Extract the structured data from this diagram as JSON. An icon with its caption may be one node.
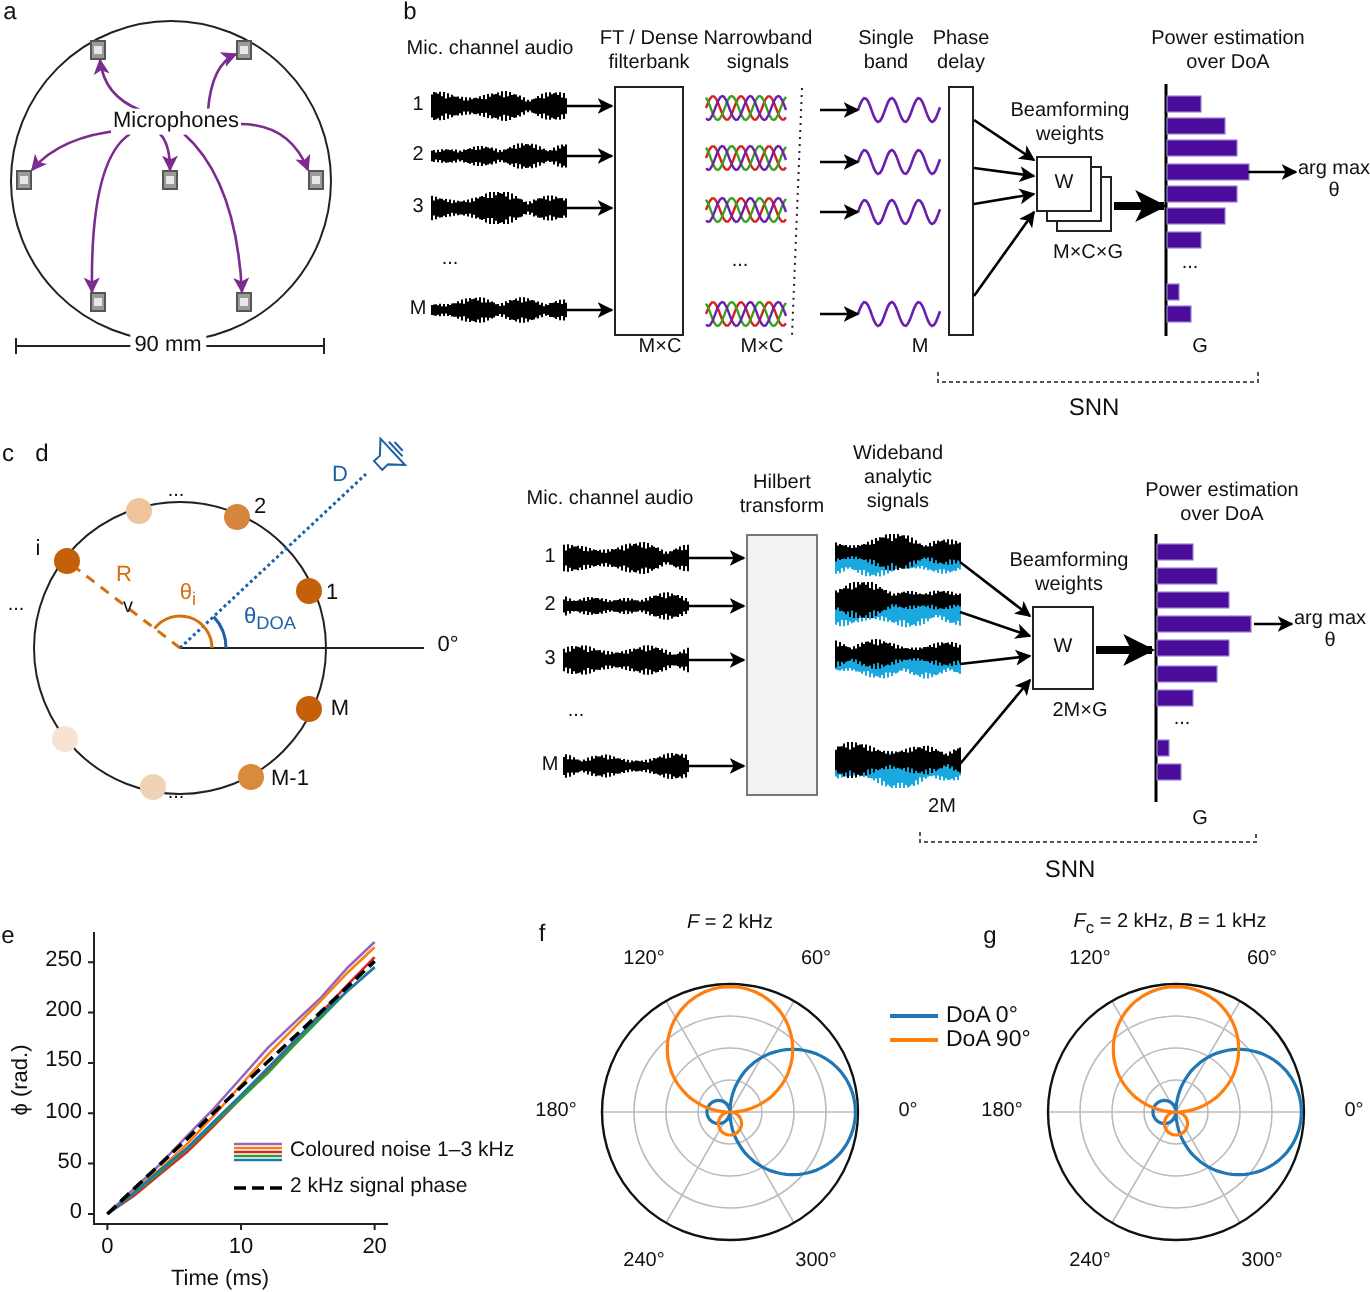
{
  "diagram": {
    "nodes": [
      {
        "text": [],
        "shape": "circle"
      },
      {
        "text": [
          "Microphones"
        ],
        "in": 0
      },
      {
        "text": [],
        "shape": "microphone",
        "in": 0
      },
      {
        "text": [],
        "shape": "microphone",
        "in": 0
      },
      {
        "text": [],
        "shape": "microphone",
        "in": 0
      },
      {
        "text": [],
        "shape": "microphone",
        "in": 0
      },
      {
        "text": [],
        "shape": "microphone",
        "in": 0
      },
      {
        "text": [],
        "shape": "microphone",
        "in": 0
      },
      {
        "text": [],
        "shape": "microphone",
        "in": 0
      },
      {
        "text": [],
        "shape": "waveform",
        "beside": [
          "1"
        ]
      },
      {
        "text": [],
        "shape": "waveform",
        "beside": [
          "2"
        ]
      },
      {
        "text": [],
        "shape": "waveform",
        "beside": [
          "3"
        ]
      },
      {
        "text": [],
        "shape": "waveform",
        "beside": [
          "M"
        ]
      },
      {
        "text": [
          "FT / Dense filterbank",
          "M×C"
        ]
      },
      {
        "text": [],
        "shape": "waveform"
      },
      {
        "text": [],
        "shape": "waveform"
      },
      {
        "text": [],
        "shape": "waveform"
      },
      {
        "text": [],
        "shape": "waveform"
      },
      {
        "text": [
          "Phase delay"
        ]
      },
      {
        "text": [
          "Beamforming weights",
          "W",
          "M×C×G"
        ]
      },
      {
        "text": [
          "Power estimation over DoA",
          "G"
        ]
      },
      {
        "text": [
          "arg max θ"
        ]
      },
      {
        "text": [],
        "shape": "waveform",
        "beside": [
          "1"
        ]
      },
      {
        "text": [],
        "shape": "waveform",
        "beside": [
          "2"
        ]
      },
      {
        "text": [],
        "shape": "waveform",
        "beside": [
          "3"
        ]
      },
      {
        "text": [],
        "shape": "waveform",
        "beside": [
          "M"
        ]
      },
      {
        "text": [
          "Hilbert transform"
        ]
      },
      {
        "text": [],
        "shape": "waveform"
      },
      {
        "text": [],
        "shape": "waveform"
      },
      {
        "text": [],
        "shape": "waveform"
      },
      {
        "text": [],
        "shape": "waveform"
      },
      {
        "text": [
          "Beamforming weights",
          "W",
          "2M×G"
        ]
      },
      {
        "text": [
          "Power estimation over DoA",
          "G"
        ]
      },
      {
        "text": [
          "arg max θ"
        ]
      },
      {
        "text": [],
        "shape": "circle"
      },
      {
        "text": [],
        "shape": "circle",
        "beside": [
          "2"
        ]
      },
      {
        "text": [],
        "shape": "circle",
        "beside": [
          "i"
        ]
      },
      {
        "text": [],
        "shape": "circle",
        "beside": [
          "1"
        ]
      },
      {
        "text": [],
        "shape": "circle",
        "beside": [
          "M"
        ]
      },
      {
        "text": [],
        "shape": "circle"
      },
      {
        "text": [],
        "shape": "circle",
        "beside": [
          "M-1"
        ]
      },
      {
        "text": [],
        "shape": "circle"
      }
    ],
    "edges": [
      {
        "from": 1,
        "to": 2,
        "arrow": "to",
        "color": "#7b2c8f"
      },
      {
        "from": 1,
        "to": 3,
        "arrow": "to",
        "color": "#7b2c8f"
      },
      {
        "from": 1,
        "to": 4,
        "arrow": "to",
        "color": "#7b2c8f"
      },
      {
        "from": 1,
        "to": 5,
        "arrow": "to",
        "color": "#7b2c8f"
      },
      {
        "from": 1,
        "to": 6,
        "arrow": "to",
        "color": "#7b2c8f"
      },
      {
        "from": 1,
        "to": 7,
        "arrow": "to",
        "color": "#7b2c8f"
      },
      {
        "from": 1,
        "to": 8,
        "arrow": "to",
        "color": "#7b2c8f"
      },
      {
        "from": 9,
        "to": 13,
        "arrow": "to"
      },
      {
        "from": 10,
        "to": 13,
        "arrow": "to"
      },
      {
        "from": 11,
        "to": 13,
        "arrow": "to"
      },
      {
        "from": 12,
        "to": 13,
        "arrow": "to"
      },
      {
        "from": null,
        "to": 14,
        "arrow": "to"
      },
      {
        "from": null,
        "to": 15,
        "arrow": "to"
      },
      {
        "from": null,
        "to": 16,
        "arrow": "to"
      },
      {
        "from": null,
        "to": 17,
        "arrow": "to"
      },
      {
        "from": 18,
        "to": 19,
        "arrow": "to"
      },
      {
        "from": 18,
        "to": 19,
        "arrow": "to"
      },
      {
        "from": 18,
        "to": 19,
        "arrow": "to"
      },
      {
        "from": 18,
        "to": 19,
        "arrow": "to"
      },
      {
        "from": 19,
        "to": 20,
        "arrow": "to",
        "style": "thick"
      },
      {
        "from": 20,
        "to": 21,
        "arrow": "to"
      },
      {
        "from": 22,
        "to": 26,
        "arrow": "to"
      },
      {
        "from": 23,
        "to": 26,
        "arrow": "to"
      },
      {
        "from": 24,
        "to": 26,
        "arrow": "to"
      },
      {
        "from": 25,
        "to": 26,
        "arrow": "to"
      },
      {
        "from": 27,
        "to": 31,
        "arrow": "to"
      },
      {
        "from": 28,
        "to": 31,
        "arrow": "to"
      },
      {
        "from": 29,
        "to": 31,
        "arrow": "to"
      },
      {
        "from": 30,
        "to": 31,
        "arrow": "to"
      },
      {
        "from": 31,
        "to": 32,
        "arrow": "to",
        "style": "thick"
      },
      {
        "from": 32,
        "to": 33,
        "arrow": "to"
      }
    ],
    "labels": [
      "a",
      "90 mm",
      "b",
      "Mic. channel audio",
      "...",
      "Narrowband signals",
      "...",
      "M×C",
      "Single band",
      "M",
      "...",
      "SNN",
      "c",
      "d",
      "Mic. channel audio",
      "...",
      "Wideband analytic signals",
      "2M",
      "...",
      "SNN",
      "...",
      "...",
      "R",
      "v",
      "θ$_{i}$",
      "D",
      "θ$_{DOA}$",
      "0°",
      "...",
      "e",
      "f",
      "*F* = 2 kHz",
      "120°",
      "60°",
      "180°",
      "0°",
      "240°",
      "300°",
      "g",
      "*F*$_{c}$ = 2 kHz, *B* = 1 kHz",
      "120°",
      "60°",
      "180°",
      "0°",
      "240°",
      "300°"
    ],
    "legend": [
      {
        "text": "Coloured noise 1–3 kHz"
      },
      {
        "text": "2 kHz signal phase"
      },
      {
        "text": "DoA 0°"
      },
      {
        "text": "DoA 90°"
      }
    ],
    "chart_data": {
      "type": "line",
      "xlabel": "Time (ms)",
      "ylabel": "ϕ (rad.)",
      "x": [
        0,
        2,
        4,
        6,
        8,
        10,
        12,
        14,
        16,
        18,
        20
      ],
      "xlim": [
        -1,
        21
      ],
      "ylim": [
        -10,
        280
      ],
      "xticks": [
        0,
        10,
        20
      ],
      "yticks": [
        0,
        50,
        100,
        150,
        200,
        250
      ],
      "series": [
        {
          "color": "#9467bd",
          "values": [
            0,
            25,
            50,
            78,
            105,
            135,
            165,
            190,
            215,
            245,
            270
          ]
        },
        {
          "color": "#ff7f0e",
          "values": [
            0,
            22,
            45,
            70,
            98,
            128,
            158,
            185,
            212,
            240,
            265
          ]
        },
        {
          "color": "#d62728",
          "values": [
            0,
            18,
            40,
            62,
            88,
            115,
            142,
            170,
            200,
            228,
            255
          ]
        },
        {
          "color": "#2ca02c",
          "values": [
            0,
            20,
            42,
            65,
            90,
            115,
            140,
            168,
            195,
            222,
            245
          ]
        },
        {
          "color": "#1f77b4",
          "values": [
            0,
            21,
            44,
            66,
            92,
            118,
            145,
            172,
            198,
            222,
            245
          ]
        },
        {
          "color": "#000000",
          "line_style": "dashed",
          "values": [
            0,
            25,
            50,
            75,
            101,
            126,
            151,
            176,
            201,
            226,
            251
          ]
        }
      ]
    }
  }
}
